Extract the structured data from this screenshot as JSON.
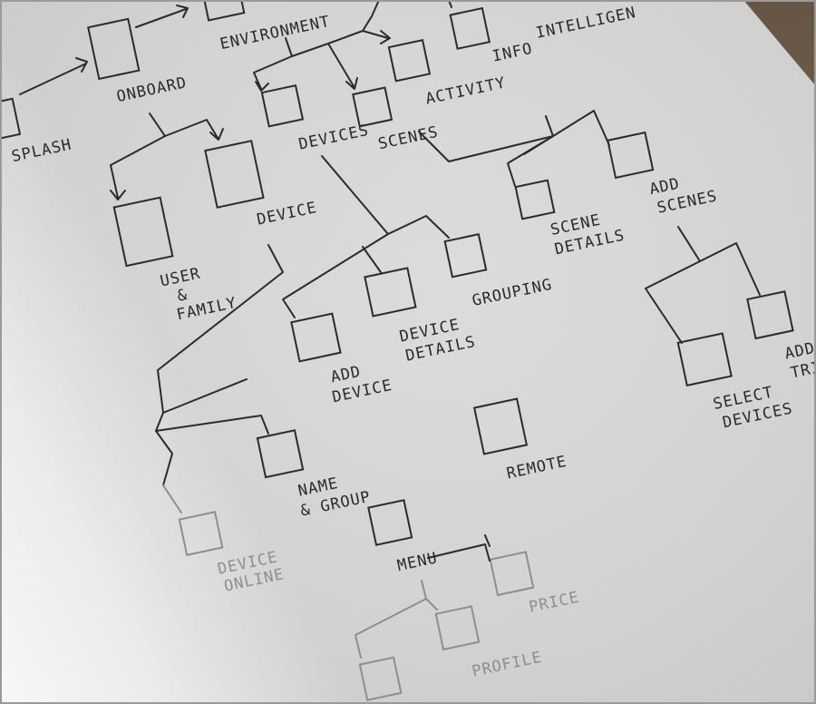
{
  "labels": {
    "splash": "SPLASH",
    "onboard": "ONBOARD",
    "environment": "ENVIRONMENT",
    "intelligence": "INTELLIGEN",
    "activity": "ACTIVITY",
    "info": "INFO",
    "devices": "DEVICES",
    "scenes": "SCENES",
    "user_family_1": "USER",
    "user_family_2": "&",
    "user_family_3": "FAMILY",
    "device": "DEVICE",
    "add_device_1": "ADD",
    "add_device_2": "DEVICE",
    "device_details_1": "DEVICE",
    "device_details_2": "DETAILS",
    "grouping": "GROUPING",
    "scene_details_1": "SCENE",
    "scene_details_2": "DETAILS",
    "add_scenes_1": "ADD",
    "add_scenes_2": "SCENES",
    "select_devices_1": "SELECT",
    "select_devices_2": "DEVICES",
    "add_trigger_1": "ADD",
    "add_trigger_2": "TRIG",
    "remote": "REMOTE",
    "name_group_1": "NAME",
    "name_group_2": "& GROUP",
    "menu": "MENU",
    "faint_1_1": "DEVICE",
    "faint_1_2": "ONLINE",
    "faint_profile": "PROFILE",
    "faint_price": "PRICE"
  },
  "colors": {
    "ink": "#2b2b2b",
    "paper": "#d6d6d4",
    "faint_ink": "#8e8e8e"
  }
}
